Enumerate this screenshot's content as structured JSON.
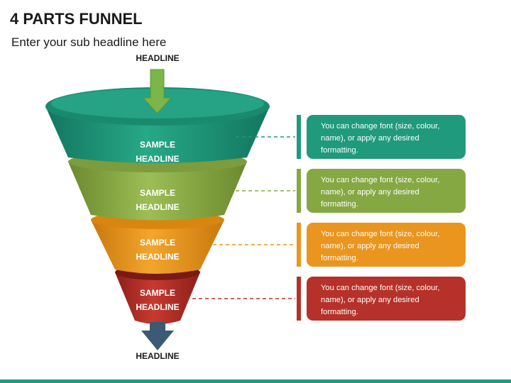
{
  "title": "4 PARTS FUNNEL",
  "subtitle": "Enter your sub headline here",
  "headline_top": "HEADLINE",
  "headline_bottom": "HEADLINE",
  "colors": {
    "teal": "#1f9a7c",
    "green": "#85a843",
    "orange": "#ea951d",
    "red": "#b63129",
    "arrow_top": "#7ab648",
    "arrow_bottom": "#3c5a73"
  },
  "tiers": [
    {
      "line1": "SAMPLE",
      "line2": "HEADLINE",
      "text": "You can change font (size, colour, name), or apply any desired formatting."
    },
    {
      "line1": "SAMPLE",
      "line2": "HEADLINE",
      "text": "You can change font (size, colour, name), or apply any desired formatting."
    },
    {
      "line1": "SAMPLE",
      "line2": "HEADLINE",
      "text": "You can change font (size, colour, name), or apply any desired formatting."
    },
    {
      "line1": "SAMPLE",
      "line2": "HEADLINE",
      "text": "You can change font (size, colour, name), or apply any desired formatting."
    }
  ]
}
